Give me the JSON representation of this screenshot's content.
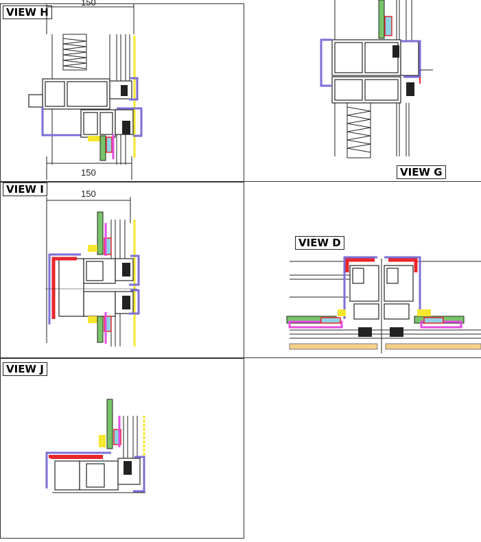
{
  "views": {
    "h": {
      "label": "VIEW H",
      "dim_top": "150",
      "dim_bottom": "150"
    },
    "g": {
      "label": "VIEW G"
    },
    "i": {
      "label": "VIEW I",
      "dim_top": "150"
    },
    "d": {
      "label": "VIEW D"
    },
    "j": {
      "label": "VIEW J"
    }
  },
  "colors": {
    "aluminum_outline": "#222222",
    "thermal_break_blue": "#7b6fd6",
    "seal_red": "#e8262b",
    "insulation_green": "#79c46a",
    "glass_magenta": "#e64de0",
    "gasket_yellow": "#f5e62e",
    "spacer_cyan": "#8fd3e6",
    "sealant_orange": "#f0b23a"
  }
}
